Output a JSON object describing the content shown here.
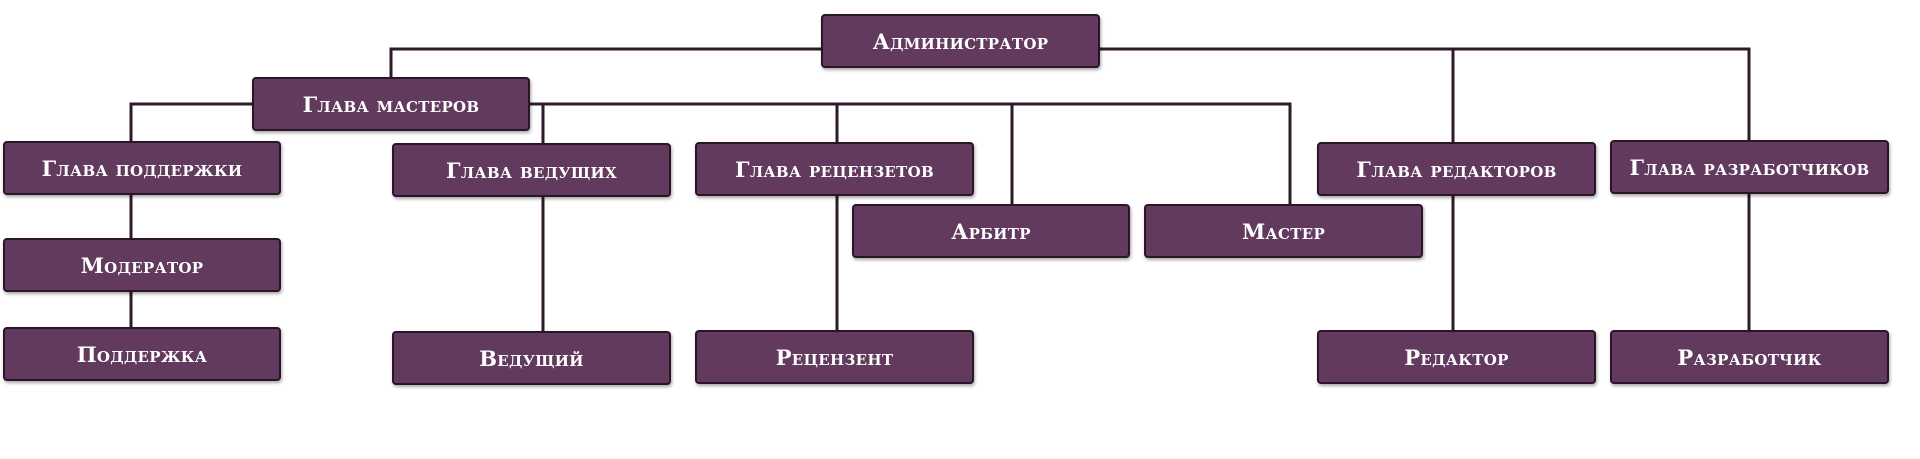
{
  "diagram": {
    "type": "org-chart",
    "colors": {
      "node_fill": "#613a5e",
      "node_border": "#2a1628",
      "node_text": "#ffffff",
      "connector": "#2d1a2a",
      "background": "#ffffff"
    },
    "nodes": {
      "admin": "Администратор",
      "head_masters": "Глава мастеров",
      "head_support": "Глава поддержки",
      "head_hosts": "Глава ведущих",
      "head_reviewers": "Глава рецензетов",
      "arbiter": "Арбитр",
      "master": "Мастер",
      "head_editors": "Глава редакторов",
      "head_devs": "Глава разработчиков",
      "moderator": "Модератор",
      "support": "Поддержка",
      "host": "Ведущий",
      "reviewer": "Рецензент",
      "editor": "Редактор",
      "developer": "Разработчик"
    },
    "edges": [
      [
        "admin",
        "head_masters"
      ],
      [
        "admin",
        "head_editors"
      ],
      [
        "admin",
        "head_devs"
      ],
      [
        "head_masters",
        "head_support"
      ],
      [
        "head_masters",
        "head_hosts"
      ],
      [
        "head_masters",
        "head_reviewers"
      ],
      [
        "head_masters",
        "arbiter"
      ],
      [
        "head_masters",
        "master"
      ],
      [
        "head_support",
        "moderator"
      ],
      [
        "moderator",
        "support"
      ],
      [
        "head_hosts",
        "host"
      ],
      [
        "head_reviewers",
        "reviewer"
      ],
      [
        "head_editors",
        "editor"
      ],
      [
        "head_devs",
        "developer"
      ]
    ]
  }
}
